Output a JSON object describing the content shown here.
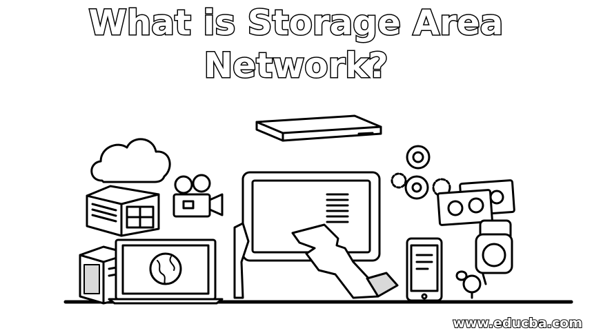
{
  "title": {
    "line1": "What is Storage Area",
    "line2": "Network?"
  },
  "watermark": "www.educba.com",
  "colors": {
    "stroke": "#000000",
    "fill": "#ffffff",
    "shade": "#d9d9d9"
  },
  "icons": [
    "cloud-icon",
    "nas-storage-icon",
    "video-camera-icon",
    "server-tower-icon",
    "laptop-icon",
    "globe-icon",
    "tablet-icon",
    "hand-icon",
    "rack-server-icon",
    "gear-icon",
    "hard-drive-icon",
    "smartphone-icon",
    "robot-icon"
  ]
}
